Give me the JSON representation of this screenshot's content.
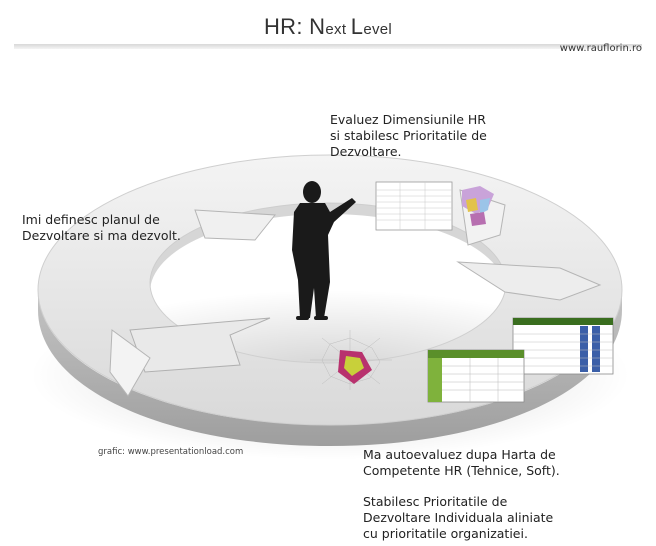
{
  "header": {
    "title_parts": [
      "HR",
      ": ",
      "N",
      "ext ",
      "L",
      "evel"
    ],
    "website": "www.rauflorin.ro"
  },
  "steps": {
    "evaluate": [
      "Evaluez Dimensiunile HR",
      "si stabilesc Prioritatile de",
      "Dezvoltare."
    ],
    "plan": [
      "Imi definesc planul de",
      "Dezvoltare si ma dezvolt."
    ],
    "self_assess": [
      "Ma autoevaluez dupa Harta de",
      "Competente HR (Tehnice, Soft)."
    ],
    "priorities": [
      "Stabilesc Prioritatile de",
      "Dezvoltare Individuala aliniate",
      "cu prioritatile organizatiei."
    ]
  },
  "credit": "grafic: www.presentationload.com",
  "colors": {
    "ring_top": "#e6e6e6",
    "ring_side": "#bdbdbd",
    "silhouette": "#1a1a1a",
    "table_green": "#5a8f2a",
    "radar_fill": "#b8326e",
    "radar_inner": "#c8d03a"
  }
}
